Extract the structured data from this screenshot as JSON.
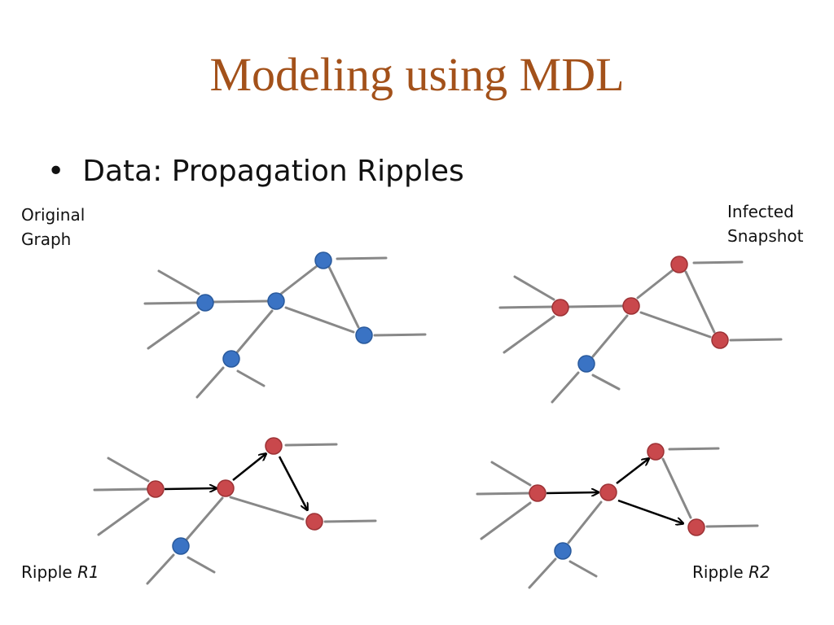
{
  "slide": {
    "title": "Modeling using MDL",
    "bullet": "Data: Propagation Ripples"
  },
  "panels": {
    "original": {
      "label_line1": "Original",
      "label_line2": "Graph"
    },
    "infected": {
      "label_line1": "Infected",
      "label_line2": "Snapshot"
    },
    "ripple1": {
      "label_prefix": "Ripple",
      "label_name": "R1"
    },
    "ripple2": {
      "label_prefix": "Ripple",
      "label_name": "R2"
    }
  },
  "colors": {
    "title": "#a3511a",
    "uninfected_node": "#3a73c4",
    "infected_node": "#c9484c",
    "edge": "#888888",
    "arrow": "#000000"
  }
}
